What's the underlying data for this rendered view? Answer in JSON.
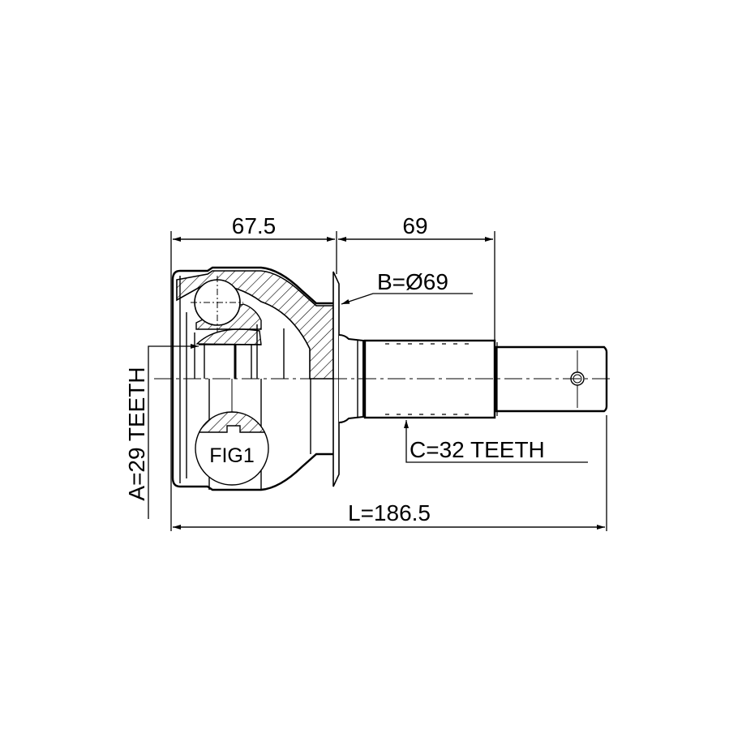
{
  "drawing": {
    "dim_left": "67.5",
    "dim_right": "69",
    "diameter_label": "B=Ø69",
    "inner_teeth_label": "A=29 TEETH",
    "outer_teeth_label": "C=32 TEETH",
    "length_label": "L=186.5",
    "figure_label": "FIG1"
  },
  "colors": {
    "line": "#000000",
    "background": "#ffffff"
  }
}
